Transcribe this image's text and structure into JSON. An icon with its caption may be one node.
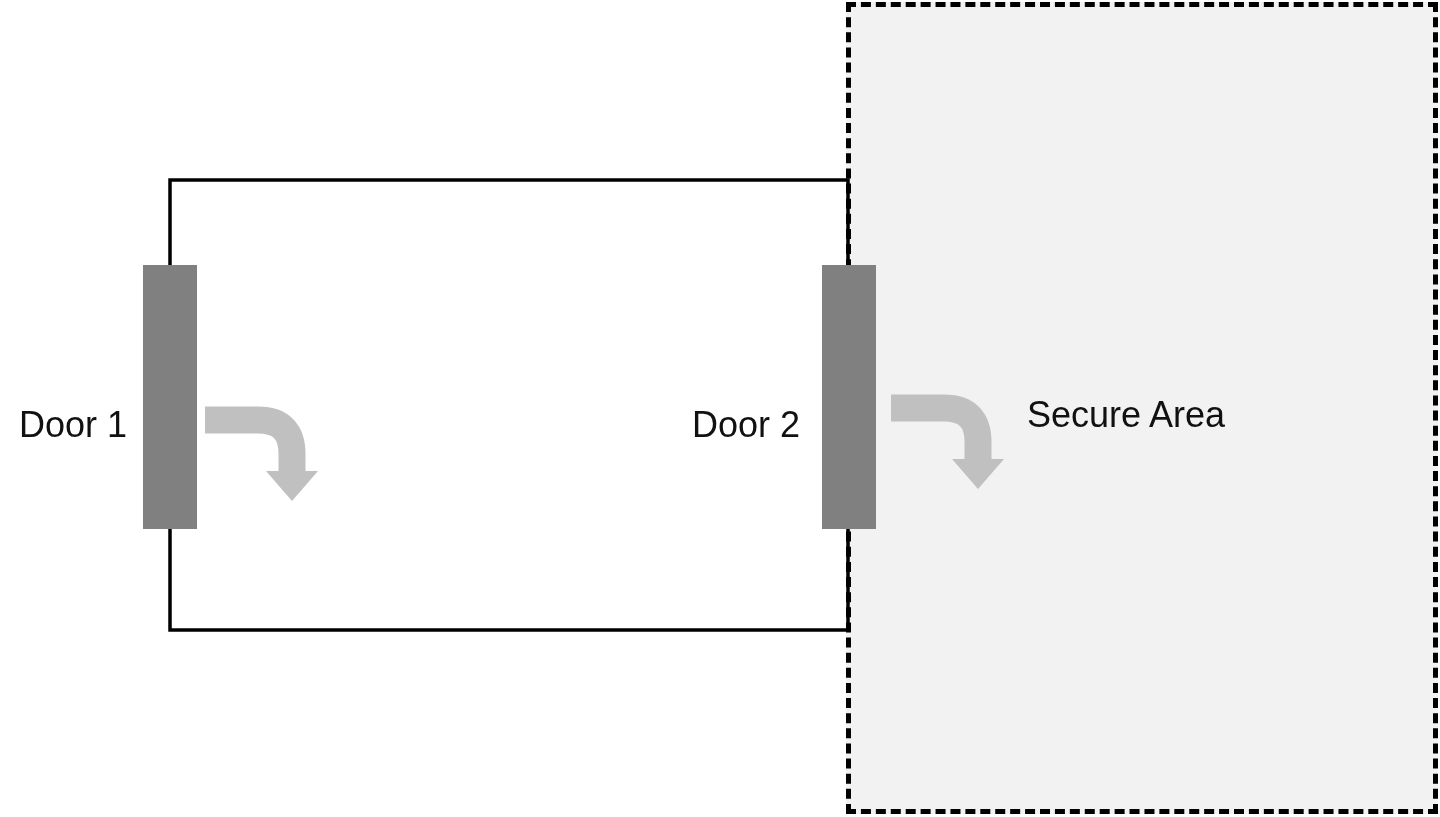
{
  "diagram": {
    "nodes": [
      {
        "text": [
          "Secure Area"
        ]
      },
      {
        "text": [
          "Door 1"
        ]
      },
      {
        "text": [
          "Door 2"
        ]
      }
    ]
  }
}
